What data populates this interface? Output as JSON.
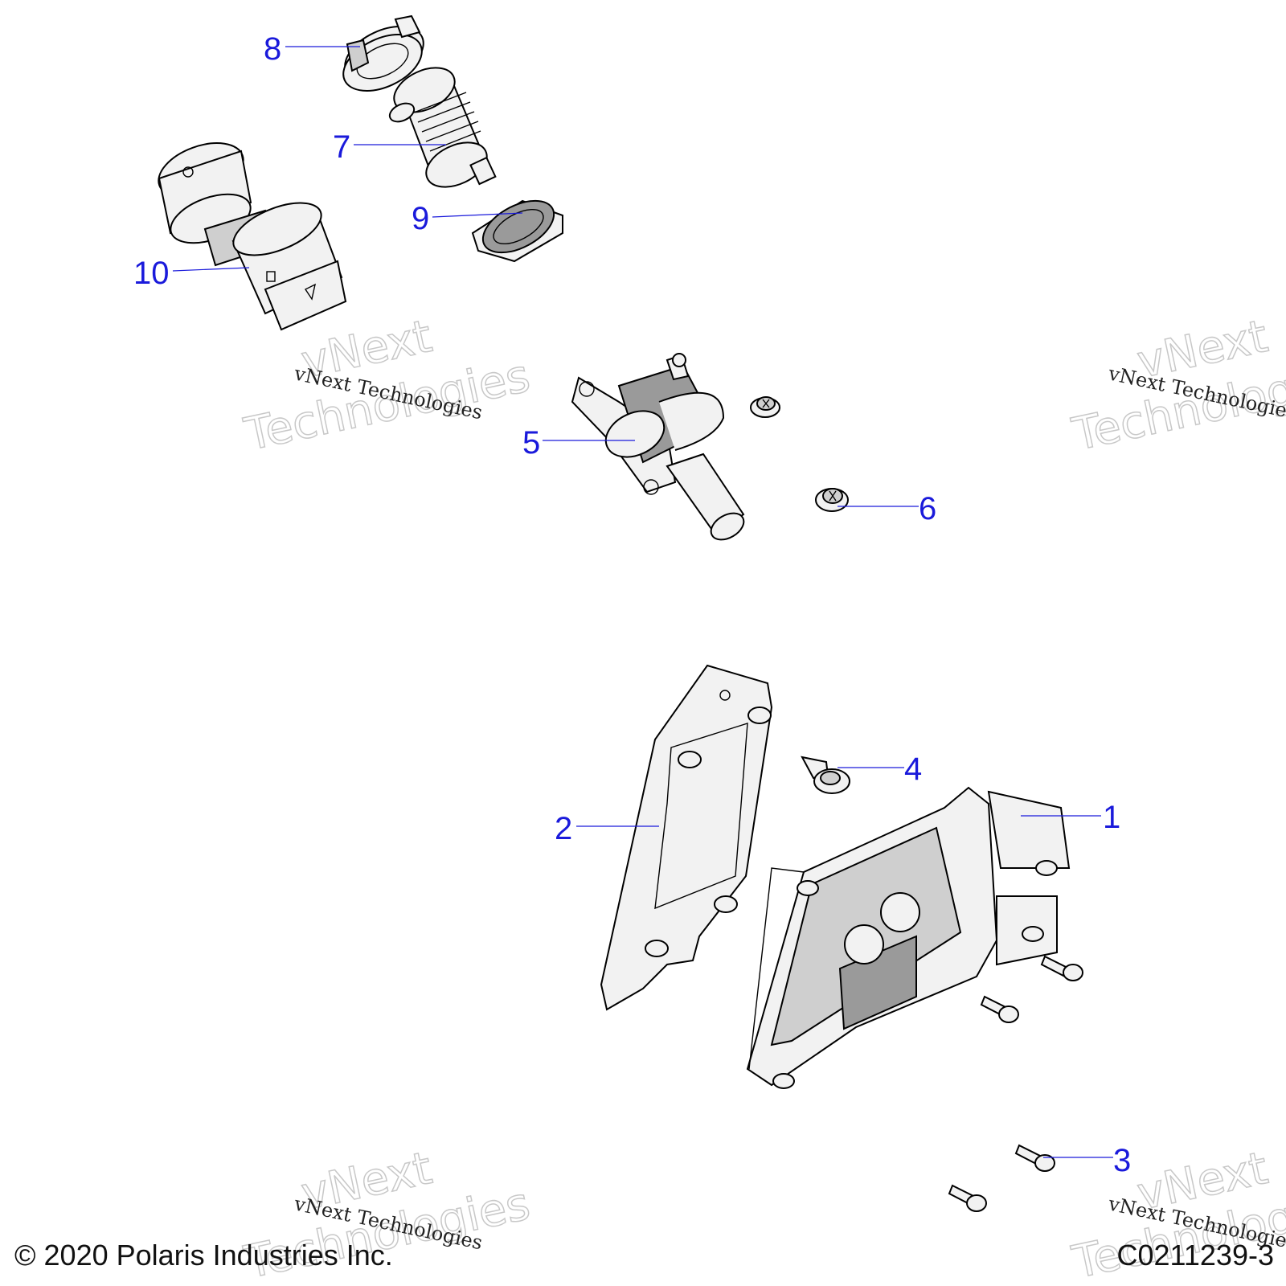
{
  "callouts": [
    "1",
    "2",
    "3",
    "4",
    "5",
    "6",
    "7",
    "8",
    "9",
    "10"
  ],
  "watermark": {
    "small": "vNext Technologies",
    "big_line1": "vNext",
    "big_line2": "Technologies"
  },
  "footer": {
    "copyright": "© 2020 Polaris Industries Inc.",
    "code": "C0211239-3"
  }
}
